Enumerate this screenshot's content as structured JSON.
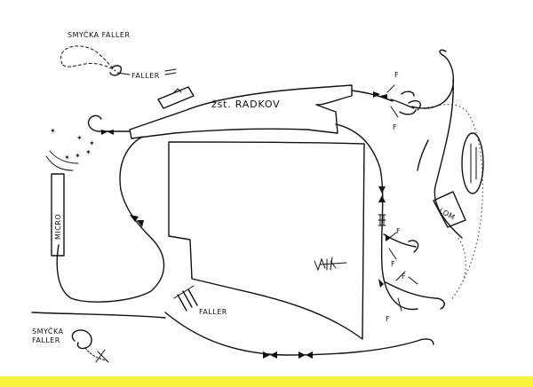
{
  "labels": {
    "loop_top": "SMYČKA FALLER",
    "faller_top": "FALLER",
    "station": "žst. RADKOV",
    "micro": "MICRO",
    "lom": "LOM",
    "faller_bottom": "FALLER",
    "loop_bottom_line1": "SMYČKA",
    "loop_bottom_line2": "FALLER",
    "f1": "F",
    "f2": "F",
    "f3": "F",
    "f4": "F",
    "f5": "F",
    "f6": "F",
    "scribble": "VGF"
  },
  "colors": {
    "ink": "#111111",
    "paper": "#ffffff",
    "highlight_strip": "#f7f23a"
  }
}
